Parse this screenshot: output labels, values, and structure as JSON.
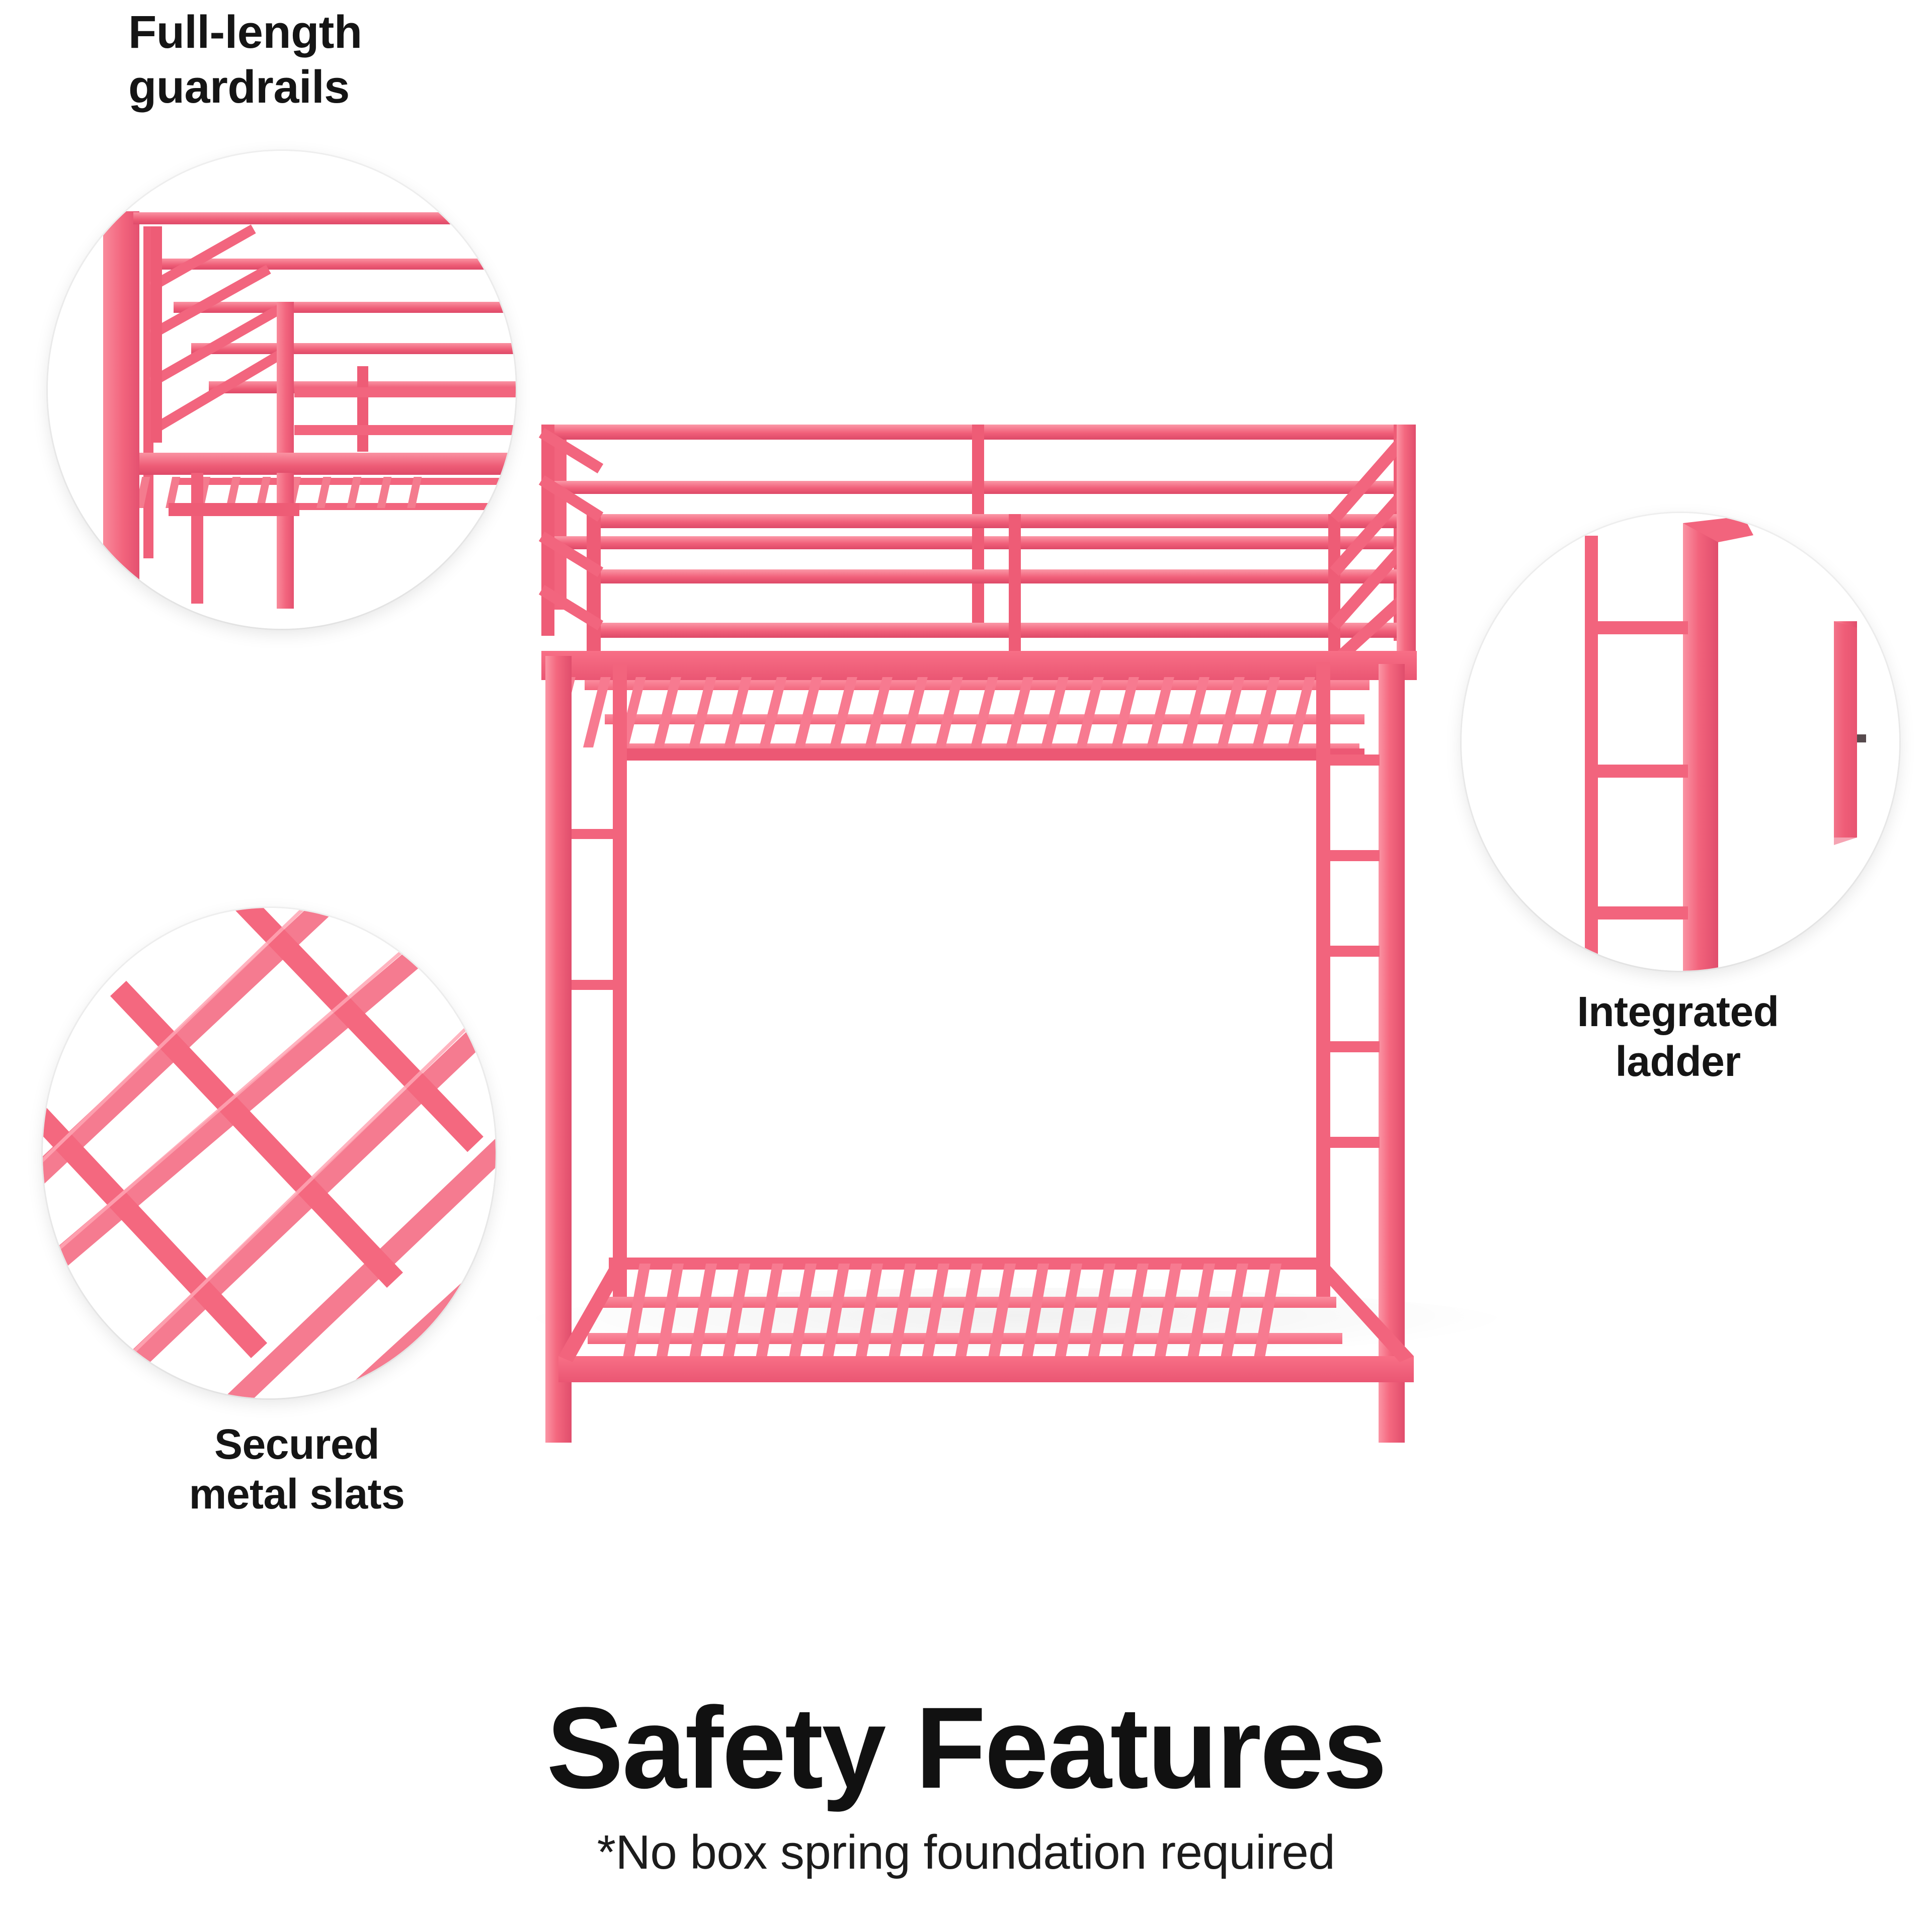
{
  "page": {
    "background_color": "#ffffff",
    "product_color_primary": "#F56B80",
    "product_color_shade": "#E9506E",
    "product_color_light": "#F98A9B",
    "text_color": "#111111"
  },
  "callouts": [
    {
      "id": "guardrails",
      "label": "Full-length\nguardrails",
      "detail_icon": "bed-corner-guardrail-detail-icon",
      "position": "top-left"
    },
    {
      "id": "slats",
      "label": "Secured\nmetal slats",
      "detail_icon": "crosshatch-metal-slats-detail-icon",
      "position": "bottom-left"
    },
    {
      "id": "ladder",
      "label": "Integrated\nladder",
      "detail_icon": "ladder-rungs-detail-icon",
      "position": "right"
    }
  ],
  "product": {
    "illustration_name": "pink-metal-twin-over-twin-bunk-bed",
    "features": [
      "Full-length guardrails",
      "Secured metal slats",
      "Integrated ladder"
    ]
  },
  "footer": {
    "title": "Safety Features",
    "subtitle": "*No box spring foundation required"
  }
}
